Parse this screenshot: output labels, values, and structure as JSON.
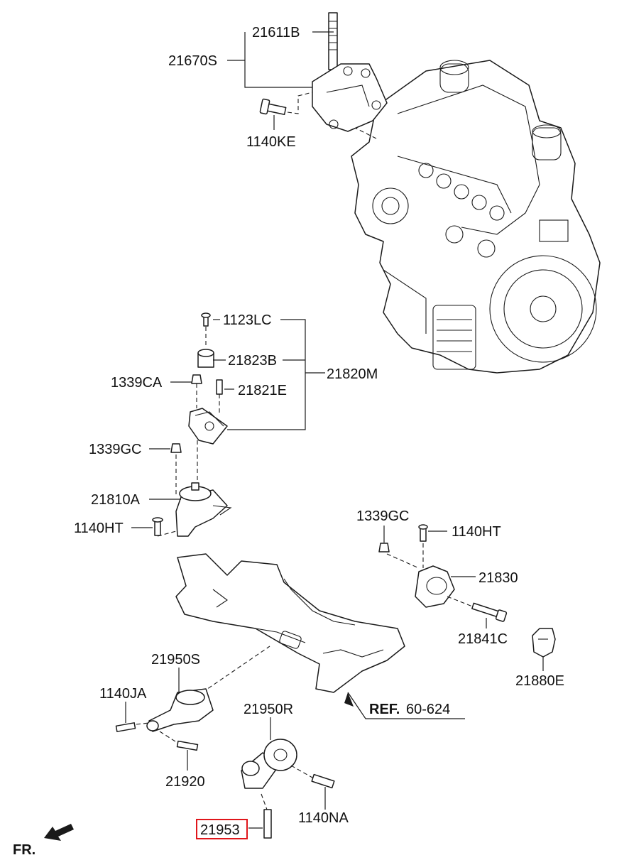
{
  "diagram": {
    "accent_color": "#e0161b",
    "labels": {
      "p21611B": "21611B",
      "p21670S": "21670S",
      "p1140KE": "1140KE",
      "p1123LC": "1123LC",
      "p21823B": "21823B",
      "p21820M": "21820M",
      "p1339CA": "1339CA",
      "p21821E": "21821E",
      "p1339GC_left": "1339GC",
      "p21810A": "21810A",
      "p1140HT_left": "1140HT",
      "p1339GC_right": "1339GC",
      "p1140HT_right": "1140HT",
      "p21830": "21830",
      "p21841C": "21841C",
      "p21880E": "21880E",
      "p21950S": "21950S",
      "p1140JA": "1140JA",
      "p21920": "21920",
      "p21950R": "21950R",
      "p1140NA": "1140NA",
      "p21953": "21953",
      "ref_prefix": "REF.",
      "ref_code": "60-624",
      "direction": "FR."
    }
  }
}
